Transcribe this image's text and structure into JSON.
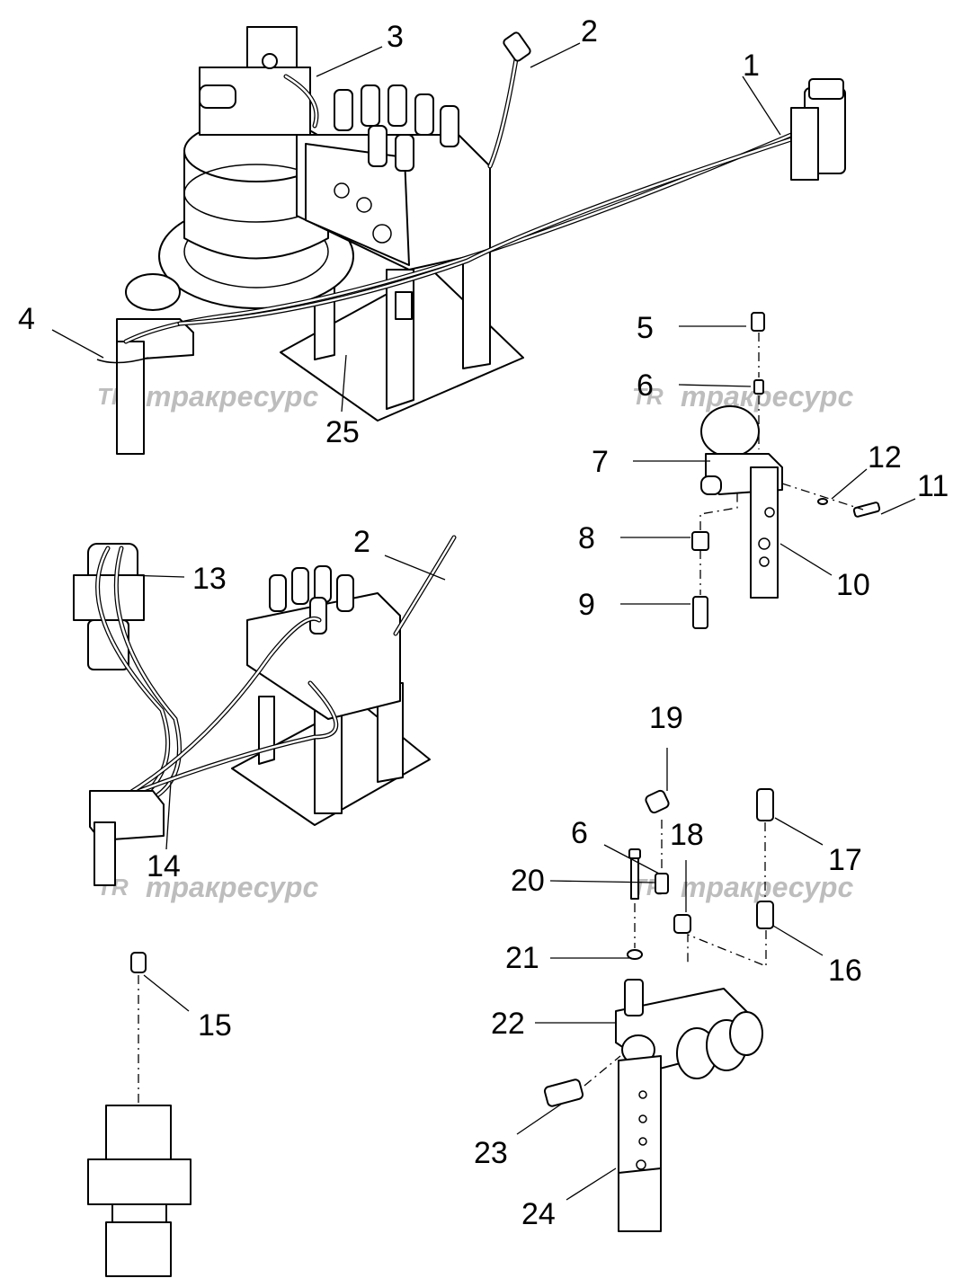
{
  "watermark": {
    "logo": "TR",
    "text": "тракресурс"
  },
  "callouts": [
    {
      "label": "1"
    },
    {
      "label": "2"
    },
    {
      "label": "3"
    },
    {
      "label": "4"
    },
    {
      "label": "25"
    },
    {
      "label": "5"
    },
    {
      "label": "6"
    },
    {
      "label": "7"
    },
    {
      "label": "12"
    },
    {
      "label": "11"
    },
    {
      "label": "8"
    },
    {
      "label": "10"
    },
    {
      "label": "9"
    },
    {
      "label": "2"
    },
    {
      "label": "13"
    },
    {
      "label": "14"
    },
    {
      "label": "19"
    },
    {
      "label": "6"
    },
    {
      "label": "18"
    },
    {
      "label": "17"
    },
    {
      "label": "20"
    },
    {
      "label": "21"
    },
    {
      "label": "16"
    },
    {
      "label": "22"
    },
    {
      "label": "15"
    },
    {
      "label": "23"
    },
    {
      "label": "24"
    }
  ]
}
